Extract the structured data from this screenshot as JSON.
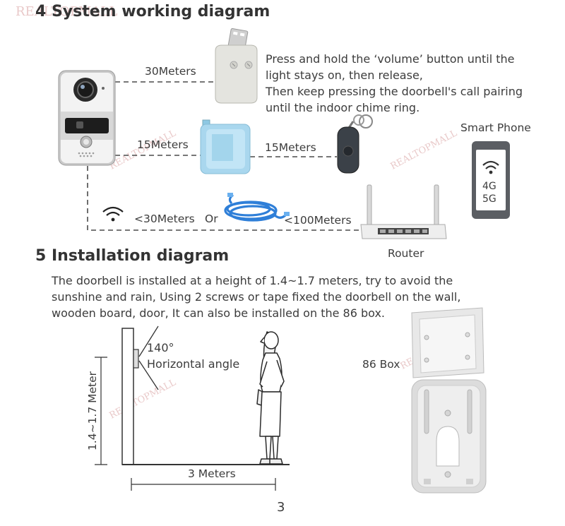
{
  "watermark": "REALTOPMALL",
  "section4": {
    "title": "4 System working diagram",
    "distance_chime": "30Meters",
    "distance_repeater": "15Meters",
    "distance_remote": "15Meters",
    "wifi_range": "<30Meters",
    "or_text": "Or",
    "cable_range": "<100Meters",
    "router_label": "Router",
    "phone_label": "Smart Phone",
    "phone_4g": "4G",
    "phone_5g": "5G",
    "instruction_lines": [
      "Press and hold the ‘volume’ button until the",
      "light stays on, then release,",
      "Then keep pressing the doorbell's call pairing",
      "until the indoor chime ring."
    ]
  },
  "section5": {
    "title": "5  Installation diagram",
    "description_lines": [
      "The doorbell is installed at a height of 1.4~1.7 meters, try to avoid the",
      "sunshine and rain, Using 2 screws or tape fixed the doorbell on the wall,",
      "wooden board, door, It can also be installed on the 86 box."
    ],
    "angle_value": "140°",
    "angle_label": "Horizontal angle",
    "height_label": "1.4~1.7 Meter",
    "distance_label": "3 Meters",
    "box_label": "86 Box"
  },
  "page_number": "3",
  "colors": {
    "cable_blue": "#2f7fd8",
    "repeater_blue": "#a9d7ee",
    "remote_dark": "#3b4148",
    "watermark": "#e2b7b7"
  }
}
